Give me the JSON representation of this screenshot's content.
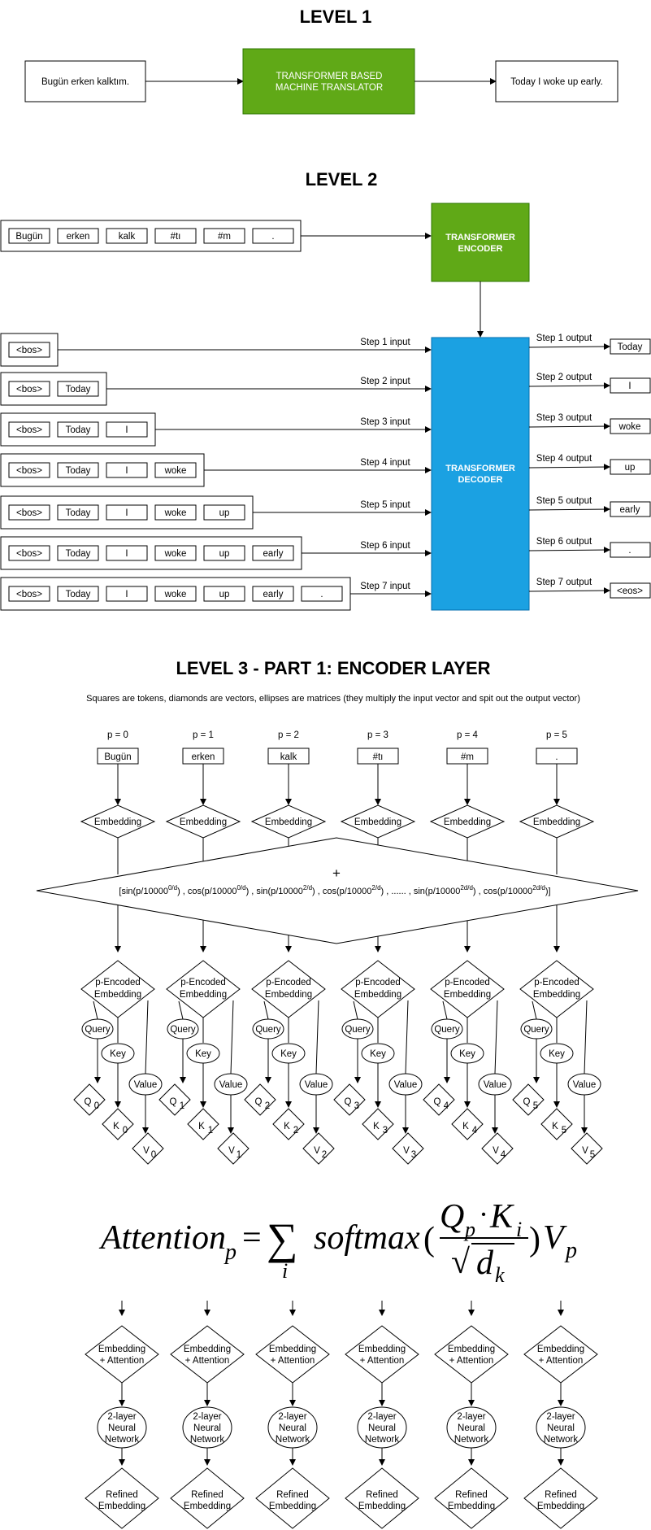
{
  "level1": {
    "heading": "LEVEL 1",
    "input": "Bugün erken kalktım.",
    "translator": [
      "TRANSFORMER BASED",
      "MACHINE TRANSLATOR"
    ],
    "output": "Today I woke up early."
  },
  "level2": {
    "heading": "LEVEL 2",
    "source_tokens": [
      "Bugün",
      "erken",
      "kalk",
      "#tı",
      "#m",
      "."
    ],
    "encoder": [
      "TRANSFORMER",
      "ENCODER"
    ],
    "decoder": [
      "TRANSFORMER",
      "DECODER"
    ],
    "decoder_inputs": [
      [
        "<bos>"
      ],
      [
        "<bos>",
        "Today"
      ],
      [
        "<bos>",
        "Today",
        "I"
      ],
      [
        "<bos>",
        "Today",
        "I",
        "woke"
      ],
      [
        "<bos>",
        "Today",
        "I",
        "woke",
        "up"
      ],
      [
        "<bos>",
        "Today",
        "I",
        "woke",
        "up",
        "early"
      ],
      [
        "<bos>",
        "Today",
        "I",
        "woke",
        "up",
        "early",
        "."
      ]
    ],
    "step_inputs": [
      "Step 1 input",
      "Step 2 input",
      "Step 3 input",
      "Step 4 input",
      "Step 5 input",
      "Step 6 input",
      "Step 7 input"
    ],
    "step_outputs": [
      "Step 1 output",
      "Step 2 output",
      "Step 3 output",
      "Step 4 output",
      "Step 5 output",
      "Step 6 output",
      "Step 7 output"
    ],
    "outputs": [
      "Today",
      "I",
      "woke",
      "up",
      "early",
      ".",
      "<eos>"
    ]
  },
  "level3": {
    "heading": "LEVEL 3 - PART 1: ENCODER LAYER",
    "subtitle": "Squares are tokens, diamonds are vectors, ellipses are matrices (they multiply the input vector and spit out the output vector)",
    "positions": [
      "p = 0",
      "p = 1",
      "p = 2",
      "p = 3",
      "p = 4",
      "p = 5"
    ],
    "tokens": [
      "Bugün",
      "erken",
      "kalk",
      "#tı",
      "#m",
      "."
    ],
    "embedding": "Embedding",
    "plus": "+",
    "pe_formula_parts": [
      "[sin(p/10000",
      "0/d",
      ") ,  cos(p/10000",
      "0/d",
      ") ,  sin(p/10000",
      "2/d",
      ") ,  cos(p/10000",
      "2/d",
      ") , ...... , sin(p/10000",
      "2d/d",
      ") ,  cos(p/10000",
      "2d/d",
      ")]"
    ],
    "p_encoded": [
      "p-Encoded",
      "Embedding"
    ],
    "query": "Query",
    "key": "Key",
    "value": "Value",
    "q_base": "Q",
    "k_base": "K",
    "v_base": "V",
    "indices": [
      "0",
      "1",
      "2",
      "3",
      "4",
      "5"
    ],
    "attention_formula": {
      "name": "Attention",
      "sub_p": "p",
      "equals": "=",
      "sum": "∑",
      "sum_sub": "i",
      "softmax": "softmax",
      "lparen": "(",
      "rparen": ")",
      "Q": "Q",
      "K": "K",
      "dot": "·",
      "sub_i": "i",
      "sqrt": "√",
      "d": "d",
      "sub_k": "k",
      "V": "V"
    },
    "emb_attention": [
      "Embedding",
      "+ Attention"
    ],
    "nn": [
      "2-layer",
      "Neural",
      "Network"
    ],
    "refined": [
      "Refined",
      "Embedding"
    ]
  }
}
